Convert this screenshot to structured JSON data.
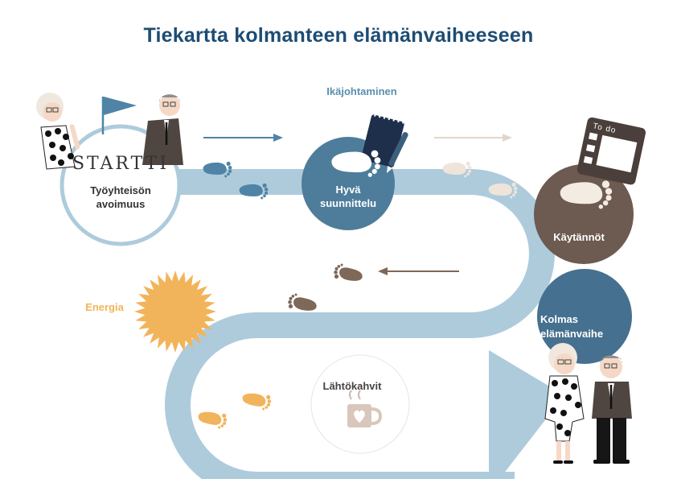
{
  "title": "Tiekartta kolmanteen elämänvaiheeseen",
  "stages": {
    "start_head": "Startti",
    "start_sub1": "Työyhteisön",
    "start_sub2": "avoimuus",
    "planning1": "Hyvä",
    "planning2": "suunnittelu",
    "practices": "Käytännöt",
    "third1": "Kolmas",
    "third2": "elämänvaihe"
  },
  "labels": {
    "age_management": "Ikäjohtaminen",
    "energy": "Energia",
    "coffee": "Lähtökahvit",
    "todo": "To do"
  },
  "colors": {
    "title": "#1d4c73",
    "road": "#aecbdc",
    "planning_circle": "#4e7d9b",
    "practices_circle": "#6d5a50",
    "third_circle": "#46708f",
    "energy": "#f2b45a",
    "footprint_blue": "#4f84a6",
    "footprint_beige": "#efe4da",
    "footprint_brown": "#7e6858",
    "footprint_yellow": "#f2b45a"
  }
}
